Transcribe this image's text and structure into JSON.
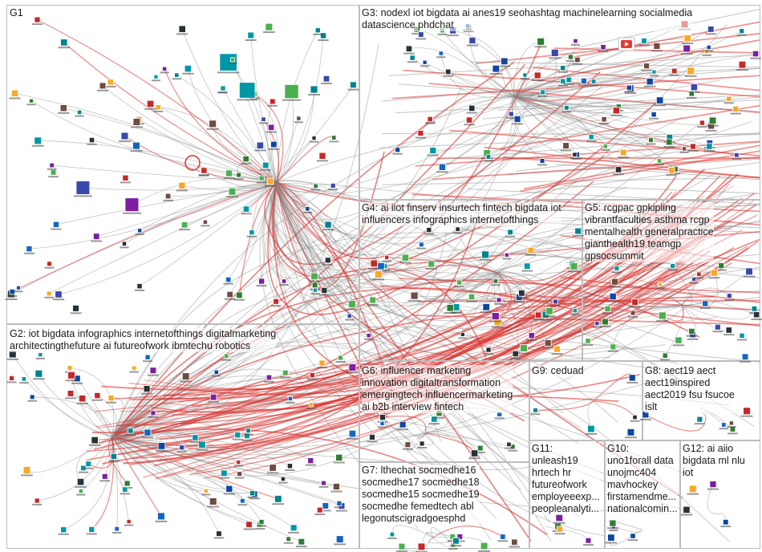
{
  "graph": {
    "colors": {
      "background": "#ffffff",
      "edge_gray": "#8c8c8c",
      "edge_red": "#d9302c",
      "group_border": "#bdbdbd",
      "node_colors": [
        "#2e7d32",
        "#1565c0",
        "#0d47a1",
        "#4caf50",
        "#0097a7",
        "#6d4c41",
        "#263238",
        "#c62828",
        "#f9a825",
        "#7b1fa2",
        "#00838f",
        "#3949ab"
      ]
    },
    "groups": [
      {
        "id": "G1",
        "label": "G1"
      },
      {
        "id": "G2",
        "label": "G2: iot bigdata infographics internetofthings digitalmarketing\narchitectingthefuture ai futureofwork ibmtechu robotics"
      },
      {
        "id": "G3",
        "label": "G3: nodexl iot bigdata ai anes19 seohashtag machinelearning socialmedia\ndatascience phdchat"
      },
      {
        "id": "G4",
        "label": "G4: ai iiot finserv insurtech fintech bigdata iot\ninfluencers infographics internetofthings"
      },
      {
        "id": "G5",
        "label": "G5: rcgpac gpkipling\nvibrantfaculties asthma rcgp\nmentalhealth generalpractice\ngianthealth19 teamgp\ngpsocsummit"
      },
      {
        "id": "G6",
        "label": "G6: influencer marketing\ninnovation digitaltransformation\nemergingtech influencermarketing\nai b2b interview fintech"
      },
      {
        "id": "G7",
        "label": "G7: lthechat socmedhe16\nsocmedhe17 socmedhe18\nsocmedhe15 socmedhe19\nsocmedhe femedtech abl\nlegonutscigradgoesphd"
      },
      {
        "id": "G8",
        "label": "G8: aect19 aect\naect19inspired\naect2019 fsu fsucoe\nislt"
      },
      {
        "id": "G9",
        "label": "G9: ceduad"
      },
      {
        "id": "G10",
        "label": "G10:\nuno1forall data\nunojmc404\nmavhockey\nfirstamendme...\nnationalcomin..."
      },
      {
        "id": "G11",
        "label": "G11:\nunleash19\nhrtech hr\nfutureofwork\nemployeeexp...\npeopleanalyti..."
      },
      {
        "id": "G12",
        "label": "G12: ai aiio\nbigdata ml nlu\niot"
      }
    ]
  }
}
